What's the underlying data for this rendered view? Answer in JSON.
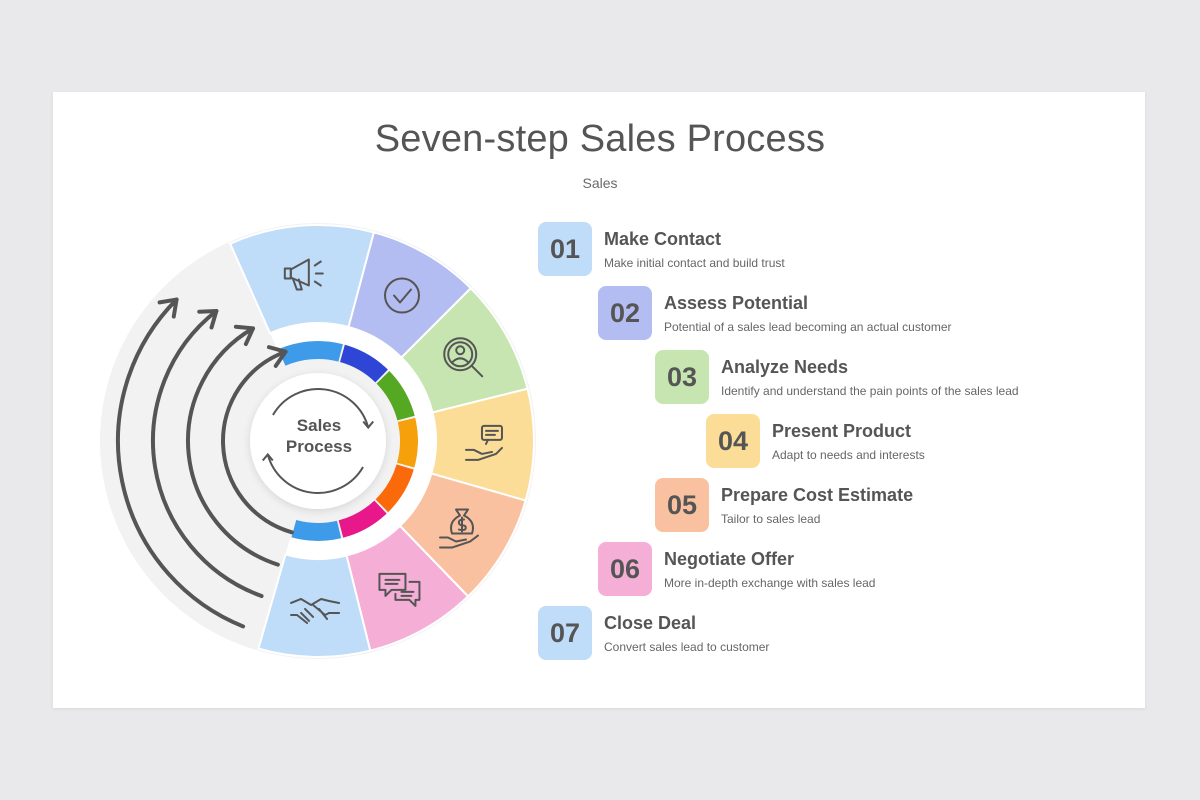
{
  "title": "Seven-step Sales Process",
  "subtitle": "Sales",
  "center": {
    "line1": "Sales",
    "line2": "Process"
  },
  "steps": [
    {
      "num": "01",
      "title": "Make Contact",
      "desc": "Make initial contact and build trust",
      "color": "#bfdcf8",
      "accent": "#3d9be9",
      "icon": "megaphone-icon"
    },
    {
      "num": "02",
      "title": "Assess Potential",
      "desc": "Potential of a sales lead becoming an actual customer",
      "color": "#b3bdf1",
      "accent": "#2f45d6",
      "icon": "check-circle-icon"
    },
    {
      "num": "03",
      "title": "Analyze Needs",
      "desc": "Identify and understand the pain points of the sales lead",
      "color": "#c6e5b1",
      "accent": "#55a822",
      "icon": "magnifier-user-icon"
    },
    {
      "num": "04",
      "title": "Present Product",
      "desc": "Adapt to needs and interests",
      "color": "#fbdd98",
      "accent": "#f6a00b",
      "icon": "hand-message-icon"
    },
    {
      "num": "05",
      "title": "Prepare Cost Estimate",
      "desc": "Tailor to sales lead",
      "color": "#f9c19f",
      "accent": "#fa6a0b",
      "icon": "money-bag-icon"
    },
    {
      "num": "06",
      "title": "Negotiate Offer",
      "desc": "More in-depth exchange with sales lead",
      "color": "#f5aed6",
      "accent": "#e8188a",
      "icon": "chat-bubbles-icon"
    },
    {
      "num": "07",
      "title": "Close Deal",
      "desc": "Convert sales lead to customer",
      "color": "#bfdcf8",
      "accent": "#3d9be9",
      "icon": "handshake-icon"
    }
  ]
}
